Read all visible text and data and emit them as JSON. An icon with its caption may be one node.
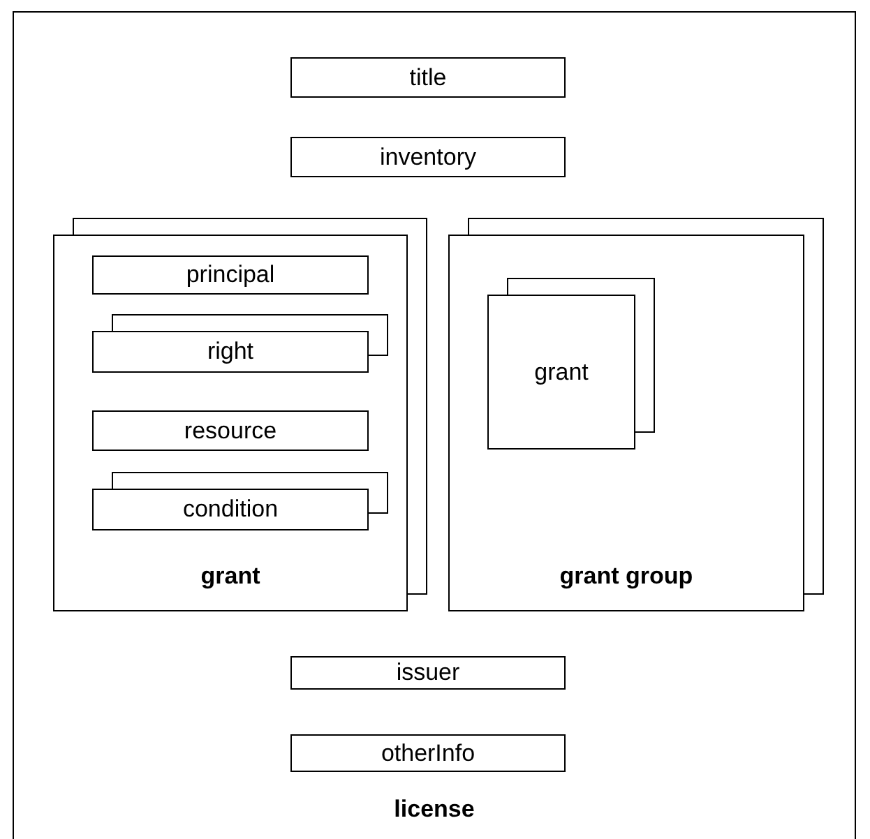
{
  "diagram": {
    "nodes": [
      {
        "text": [
          "license"
        ]
      },
      {
        "text": [
          "title"
        ],
        "in": 0
      },
      {
        "text": [
          "inventory"
        ],
        "in": 0
      },
      {
        "text": [
          "grant"
        ],
        "in": 0
      },
      {
        "text": [
          "principal"
        ],
        "in": 3
      },
      {
        "text": [
          "right"
        ],
        "in": 3
      },
      {
        "text": [
          "resource"
        ],
        "in": 3
      },
      {
        "text": [
          "condition"
        ],
        "in": 3
      },
      {
        "text": [
          "grant group"
        ],
        "in": 0
      },
      {
        "text": [
          "grant"
        ],
        "in": 8
      },
      {
        "text": [
          "issuer"
        ],
        "in": 0
      },
      {
        "text": [
          "otherInfo"
        ],
        "in": 0
      }
    ]
  }
}
